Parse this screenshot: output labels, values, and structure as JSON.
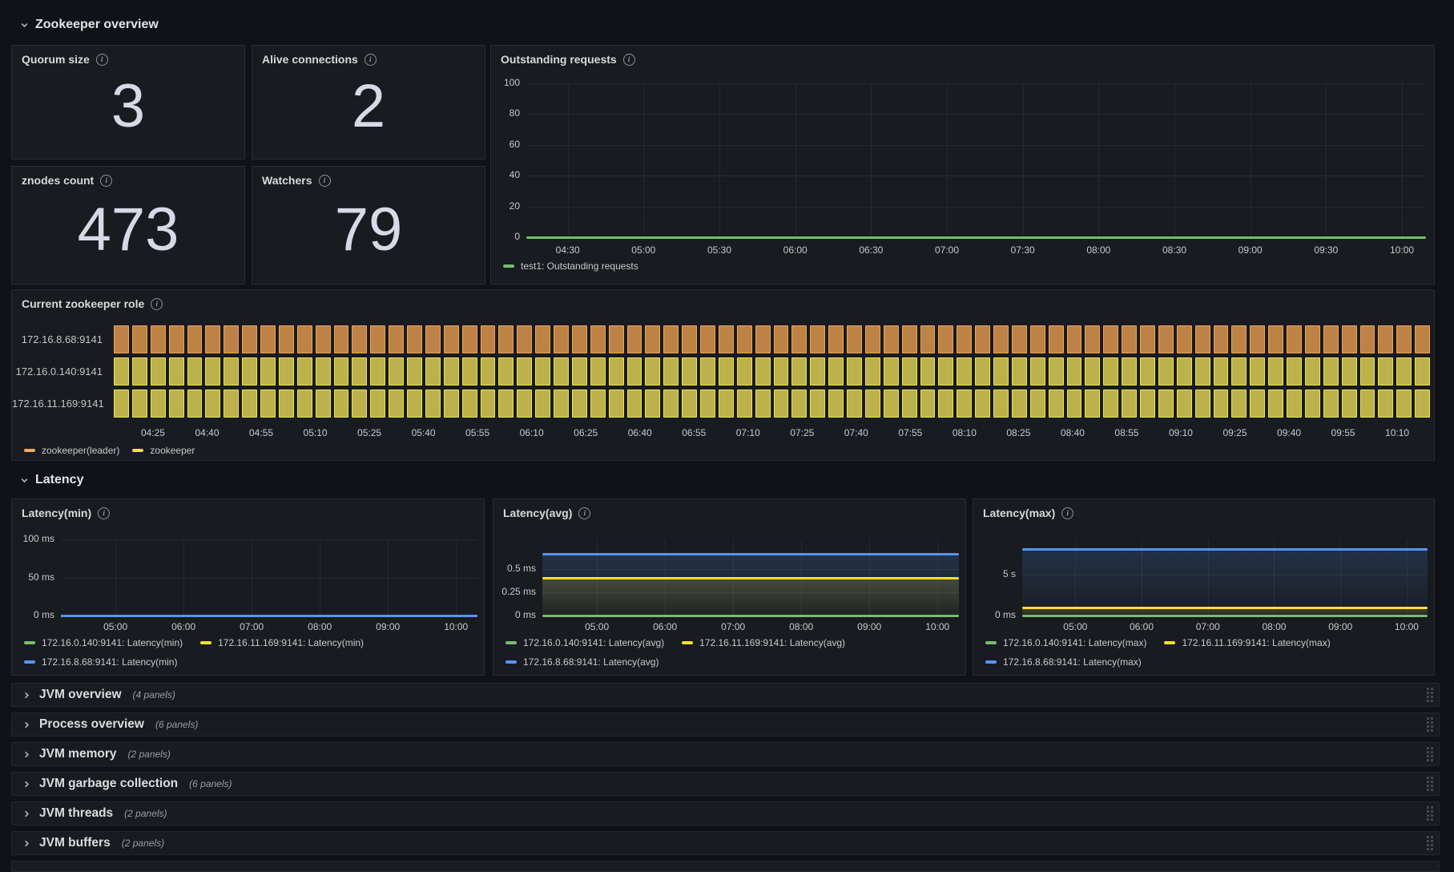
{
  "page": {
    "background": "#111217"
  },
  "sections": {
    "overview": {
      "title": "Zookeeper overview"
    },
    "latency": {
      "title": "Latency"
    }
  },
  "stats": [
    {
      "title": "Quorum size",
      "value": "3"
    },
    {
      "title": "Alive connections",
      "value": "2"
    },
    {
      "title": "znodes count",
      "value": "473"
    },
    {
      "title": "Watchers",
      "value": "79"
    }
  ],
  "collapsed_rows": [
    {
      "title": "JVM overview",
      "count": "(4 panels)"
    },
    {
      "title": "Process overview",
      "count": "(6 panels)"
    },
    {
      "title": "JVM memory",
      "count": "(2 panels)"
    },
    {
      "title": "JVM garbage collection",
      "count": "(6 panels)"
    },
    {
      "title": "JVM threads",
      "count": "(2 panels)"
    },
    {
      "title": "JVM buffers",
      "count": "(2 panels)"
    }
  ],
  "chart_data": [
    {
      "id": "outstanding",
      "type": "line",
      "title": "Outstanding requests",
      "x_ticks": [
        "04:30",
        "05:00",
        "05:30",
        "06:00",
        "06:30",
        "07:00",
        "07:30",
        "08:00",
        "08:30",
        "09:00",
        "09:30",
        "10:00"
      ],
      "y_ticks": [
        {
          "label": "100",
          "value": 100
        },
        {
          "label": "80",
          "value": 80
        },
        {
          "label": "60",
          "value": 60
        },
        {
          "label": "40",
          "value": 40
        },
        {
          "label": "20",
          "value": 20
        },
        {
          "label": "0",
          "value": 0
        }
      ],
      "ylim": [
        0,
        100
      ],
      "grid": true,
      "legend_position": "bottom",
      "series": [
        {
          "name": "test1: Outstanding requests",
          "color": "#73BF69",
          "value": 0,
          "fill": false,
          "legend_row": 0
        }
      ]
    },
    {
      "id": "role",
      "type": "state-timeline",
      "title": "Current zookeeper role",
      "x_ticks": [
        "04:25",
        "04:40",
        "04:55",
        "05:10",
        "05:25",
        "05:40",
        "05:55",
        "06:10",
        "06:25",
        "06:40",
        "06:55",
        "07:10",
        "07:25",
        "07:40",
        "07:55",
        "08:10",
        "08:25",
        "08:40",
        "08:55",
        "09:10",
        "09:25",
        "09:40",
        "09:55",
        "10:10"
      ],
      "samples": 72,
      "rows": [
        {
          "label": "172.16.8.68:9141",
          "state": "zookeeper(leader)",
          "fill": "#BE8246",
          "border": "#F0A35B"
        },
        {
          "label": "172.16.0.140:9141",
          "state": "zookeeper",
          "fill": "#BCB14A",
          "border": "#F0E650"
        },
        {
          "label": "172.16.11.169:9141",
          "state": "zookeeper",
          "fill": "#BCB14A",
          "border": "#F0E650"
        }
      ],
      "legend": [
        {
          "label": "zookeeper(leader)",
          "color": "#F3A95C"
        },
        {
          "label": "zookeeper",
          "color": "#F5DE4A"
        }
      ]
    },
    {
      "id": "latency_min",
      "type": "line",
      "title": "Latency(min)",
      "x_ticks": [
        "05:00",
        "06:00",
        "07:00",
        "08:00",
        "09:00",
        "10:00"
      ],
      "y_ticks": [
        {
          "label": "100 ms",
          "value": 100
        },
        {
          "label": "50 ms",
          "value": 50
        },
        {
          "label": "0 ms",
          "value": 0
        }
      ],
      "ylim": [
        0,
        100
      ],
      "grid": true,
      "legend_position": "bottom",
      "series": [
        {
          "name": "172.16.0.140:9141: Latency(min)",
          "color": "#73BF69",
          "value": 0,
          "fill": false,
          "legend_row": 0
        },
        {
          "name": "172.16.11.169:9141: Latency(min)",
          "color": "#FADE2A",
          "value": 0,
          "fill": false,
          "legend_row": 0
        },
        {
          "name": "172.16.8.68:9141: Latency(min)",
          "color": "#5794F2",
          "value": 0,
          "fill": false,
          "legend_row": 1
        }
      ]
    },
    {
      "id": "latency_avg",
      "type": "line",
      "title": "Latency(avg)",
      "x_ticks": [
        "05:00",
        "06:00",
        "07:00",
        "08:00",
        "09:00",
        "10:00"
      ],
      "y_ticks": [
        {
          "label": "0.5 ms",
          "value": 0.5
        },
        {
          "label": "0.25 ms",
          "value": 0.25
        },
        {
          "label": "0 ms",
          "value": 0
        }
      ],
      "ylim": [
        0,
        0.82
      ],
      "grid": true,
      "legend_position": "bottom",
      "series": [
        {
          "name": "172.16.0.140:9141: Latency(avg)",
          "color": "#73BF69",
          "value": 0,
          "fill": false,
          "legend_row": 0
        },
        {
          "name": "172.16.11.169:9141: Latency(avg)",
          "color": "#FADE2A",
          "value": 0.4,
          "fill": true,
          "legend_row": 0
        },
        {
          "name": "172.16.8.68:9141: Latency(avg)",
          "color": "#5794F2",
          "value": 0.66,
          "fill": true,
          "legend_row": 1
        }
      ]
    },
    {
      "id": "latency_max",
      "type": "line",
      "title": "Latency(max)",
      "x_ticks": [
        "05:00",
        "06:00",
        "07:00",
        "08:00",
        "09:00",
        "10:00"
      ],
      "y_ticks": [
        {
          "label": "5 s",
          "value": 5
        },
        {
          "label": "0 ms",
          "value": 0
        }
      ],
      "ylim": [
        0,
        9.4
      ],
      "grid": true,
      "legend_position": "bottom",
      "series": [
        {
          "name": "172.16.0.140:9141: Latency(max)",
          "color": "#73BF69",
          "value": 0,
          "fill": false,
          "legend_row": 0
        },
        {
          "name": "172.16.11.169:9141: Latency(max)",
          "color": "#FADE2A",
          "value": 0.9,
          "fill": true,
          "legend_row": 0
        },
        {
          "name": "172.16.8.68:9141: Latency(max)",
          "color": "#5794F2",
          "value": 8.2,
          "fill": true,
          "legend_row": 1
        }
      ]
    }
  ]
}
